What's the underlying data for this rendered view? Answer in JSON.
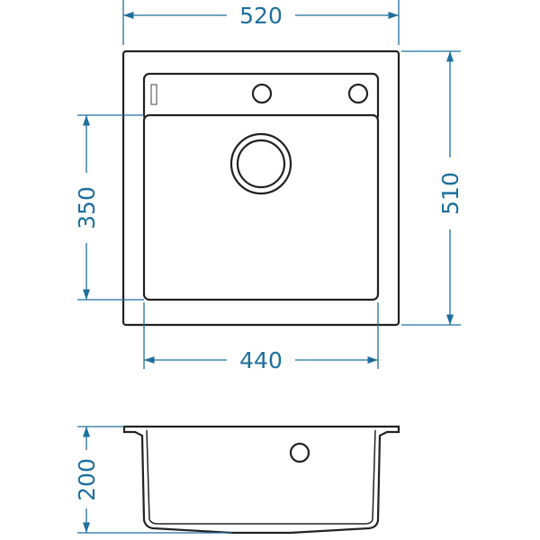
{
  "title": "Sink dimension drawing",
  "colors": {
    "dimension": "#1e6f9c",
    "outline": "#222222"
  },
  "dimensions": {
    "overall_width": "520",
    "overall_depth": "510",
    "bowl_depth": "350",
    "bowl_width": "440",
    "bowl_height": "200"
  }
}
